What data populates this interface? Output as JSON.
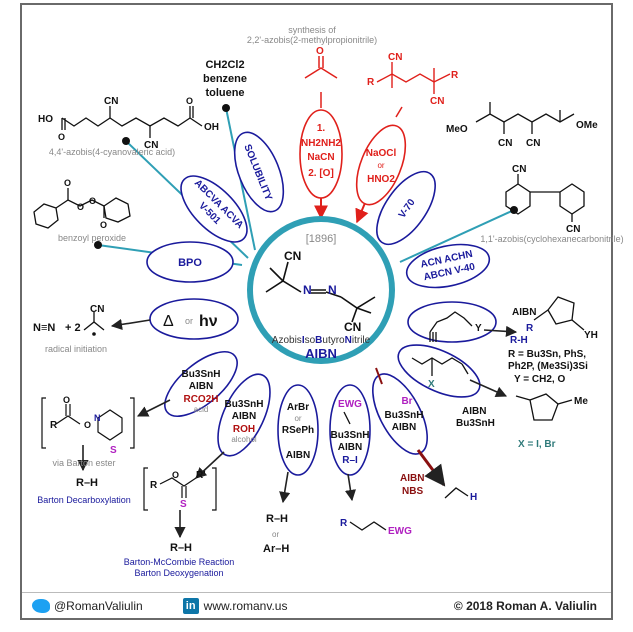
{
  "year": "[1896]",
  "center": {
    "name_parts": [
      {
        "text": "Azobis",
        "bold": false
      },
      {
        "text": "I",
        "bold": true
      },
      {
        "text": "so",
        "bold": false
      },
      {
        "text": "B",
        "bold": true
      },
      {
        "text": "utyro",
        "bold": false
      },
      {
        "text": "N",
        "bold": true
      },
      {
        "text": "itrile",
        "bold": false
      }
    ],
    "abbr": "AIBN",
    "cn": "CN",
    "n": "N"
  },
  "top_caption": [
    "synthesis of",
    "2,2'-azobis(2-methylpropionitrile)"
  ],
  "synthesis_red": [
    "1.",
    "NH2NH2",
    "NaCN",
    "2. [O]"
  ],
  "oxidation_red": [
    "NaOCl",
    "or",
    "HNO2"
  ],
  "petals": {
    "solubility": "SOLUBILITY",
    "abcva": [
      "ABCVA ACVA",
      "V-501"
    ],
    "bpo": "BPO",
    "heat": "Δ",
    "or": "or",
    "hv": "hν",
    "v70": "V-70",
    "acn": [
      "ACN ACHN",
      "ABCN V-40"
    ],
    "bu3snh_acid": [
      "Bu3SnH",
      "AIBN",
      "RCO2H",
      "acid"
    ],
    "bu3snh_alc": [
      "Bu3SnH",
      "AIBN",
      "ROH",
      "alcohol"
    ],
    "arbr": [
      "ArBr",
      "or",
      "RSePh",
      "AIBN"
    ],
    "ewg": [
      "EWG",
      "Bu3SnH",
      "AIBN",
      "R–I"
    ],
    "br": [
      "Br",
      "Bu3SnH",
      "AIBN"
    ]
  },
  "solvents": [
    "CH2Cl2",
    "benzene",
    "toluene"
  ],
  "labels": {
    "cyanovaleric": "4,4'-azobis(4-cyanovaleric acid)",
    "benzoyl": "benzoyl peroxide",
    "cyclohexane": "1,1'-azobis(cyclohexanecarbonitrile)",
    "radical_init": "radical initiation",
    "via_barton": "via Barton ester",
    "barton_decarb": "Barton Decarboxylation",
    "barton_mc": [
      "Barton-McCombie Reaction",
      "Barton Deoxygenation"
    ],
    "aibn_cyc": "AIBN",
    "rh_cyc": "R-H",
    "r_def": [
      "R = Bu3Sn, PhS,",
      "Ph2P, (Me3Si)3Si",
      "Y = CH2, O"
    ],
    "aibn_bu3": [
      "AIBN",
      "Bu3SnH"
    ],
    "x_def": "X = I, Br",
    "aibn_nbs": [
      "AIBN",
      "NBS"
    ],
    "rh": "R–H",
    "rh_or": [
      "R–H",
      "or",
      "Ar–H"
    ],
    "ewg_prod": "EWG",
    "n2": "N≡N",
    "plus2": "+ 2",
    "ho": "HO",
    "oh": "OH",
    "ome": "OMe",
    "meo": "MeO",
    "me": "Me",
    "s": "S",
    "yh": "YH",
    "y": "Y",
    "x": "X",
    "h": "H",
    "r": "R"
  },
  "footer": {
    "twitter": "@RomanValiulin",
    "web": "www.romanv.us",
    "copyright": "© 2018 Roman A. Valiulin"
  },
  "colors": {
    "petal_blue": "#1a1a9c",
    "red": "#e0201b",
    "teal": "#2f9fb5",
    "purple": "#b020c0",
    "gray": "#888888"
  }
}
